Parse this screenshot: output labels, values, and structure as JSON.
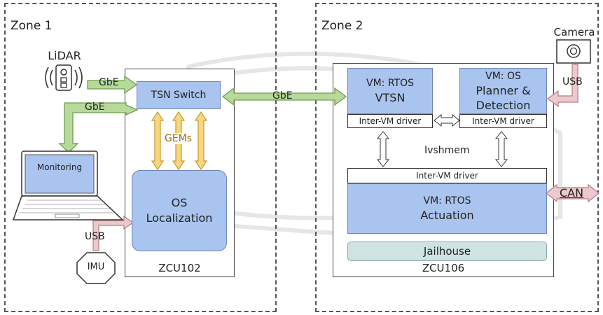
{
  "zones": {
    "zone1_label": "Zone 1",
    "zone2_label": "Zone 2"
  },
  "sensors": {
    "lidar": "LiDAR",
    "camera": "Camera",
    "imu": "IMU",
    "monitoring": "Monitoring"
  },
  "links": {
    "gbe_lidar": "GbE",
    "gbe_monitoring": "GbE",
    "gbe_boards": "GbE",
    "usb_imu": "USB",
    "usb_camera": "USB",
    "gems": "GEMs",
    "can": "CAN",
    "ivshmem": "Ivshmem"
  },
  "zcu102": {
    "label": "ZCU102",
    "tsn_switch": "TSN Switch",
    "os_line1": "OS",
    "os_line2": "Localization"
  },
  "zcu106": {
    "label": "ZCU106",
    "vtsn_line1": "VM: RTOS",
    "vtsn_line2": "VTSN",
    "vtsn_driver": "Inter-VM driver",
    "planner_line1": "VM: OS",
    "planner_line2": "Planner &",
    "planner_line3": "Detection",
    "planner_driver": "Inter-VM driver",
    "actuation_driver": "Inter-VM driver",
    "actuation_line1": "VM: RTOS",
    "actuation_line2": "Actuation",
    "jailhouse": "Jailhouse"
  },
  "colors": {
    "gbe_fill": "#b7d99a",
    "gbe_stroke": "#6f9e4e",
    "usb_fill": "#ecc9cc",
    "usb_stroke": "#b07f86",
    "gems_fill": "#f6d77f",
    "gems_stroke": "#c79a2c",
    "gems_text": "#9a6a10",
    "vm_fill": "#a9c4ee",
    "jailhouse_fill": "#cfe3e3"
  }
}
